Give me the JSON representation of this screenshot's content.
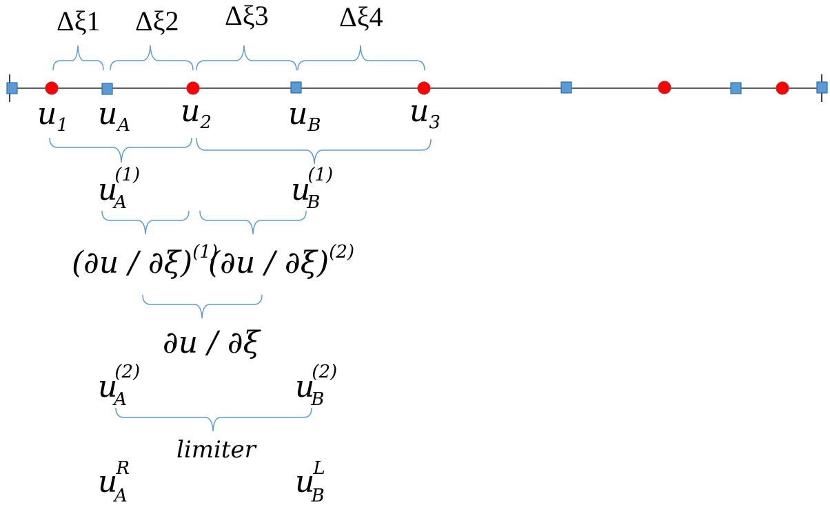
{
  "intervals": [
    "Δξ1",
    "Δξ2",
    "Δξ3",
    "Δξ4"
  ],
  "node_labels": {
    "u1": {
      "base": "u",
      "sub": "1"
    },
    "uA": {
      "base": "u",
      "sub": "A"
    },
    "u2": {
      "base": "u",
      "sub": "2"
    },
    "uB": {
      "base": "u",
      "sub": "B"
    },
    "u3": {
      "base": "u",
      "sub": "3"
    }
  },
  "first_order": {
    "uA": {
      "base": "u",
      "sub": "A",
      "sup": "(1)"
    },
    "uB": {
      "base": "u",
      "sub": "B",
      "sup": "(1)"
    }
  },
  "derivatives": {
    "d1": "(∂u / ∂ξ)",
    "d1_sup": "(1)",
    "d2": "(∂u / ∂ξ)",
    "d2_sup": "(2)",
    "combined": "∂u / ∂ξ"
  },
  "second_order": {
    "uA": {
      "base": "u",
      "sub": "A",
      "sup": "(2)"
    },
    "uB": {
      "base": "u",
      "sub": "B",
      "sup": "(2)"
    }
  },
  "limiter_label": "limiter",
  "final": {
    "uA": {
      "base": "u",
      "sub": "A",
      "sup": "R"
    },
    "uB": {
      "base": "u",
      "sub": "B",
      "sup": "L"
    }
  },
  "colors": {
    "cell_center": "#ff0000",
    "cell_face": "#5b9bd5",
    "brace": "#5b9bd5"
  }
}
